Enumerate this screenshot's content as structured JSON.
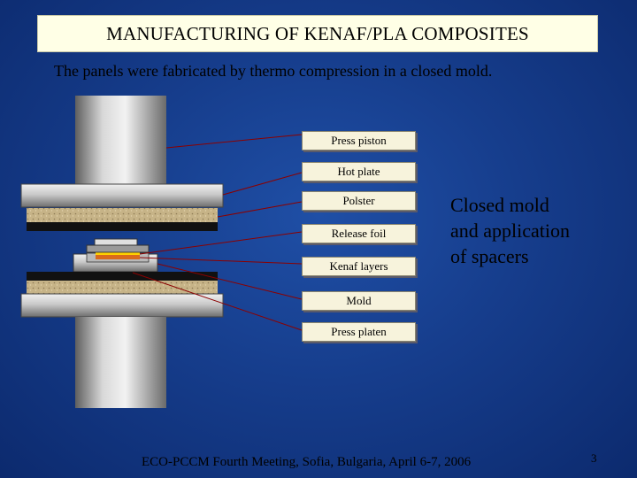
{
  "slide": {
    "title": "MANUFACTURING OF KENAF/PLA COMPOSITES",
    "subtitle": "The panels were fabricated by thermo compression in a closed mold.",
    "labels": {
      "press_piston": "Press piston",
      "hot_plate": "Hot plate",
      "polster": "Polster",
      "release_foil": "Release  foil",
      "kenaf_layers": "Kenaf  layers",
      "mold": "Mold",
      "press_platen": "Press platen"
    },
    "side_text": {
      "line1": "Closed mold",
      "line2": "and application",
      "line3": "of spacers"
    },
    "footer": "ECO-PCCM Fourth Meeting, Sofia, Bulgaria, April 6-7, 2006",
    "page_number": "3"
  },
  "colors": {
    "background": "#163d8c",
    "title_box": "#ffffe6",
    "label_box": "#f7f3dc",
    "steel": "#b9b9b9",
    "polster": "#c8b48a",
    "leader_line": "#8b0000"
  }
}
